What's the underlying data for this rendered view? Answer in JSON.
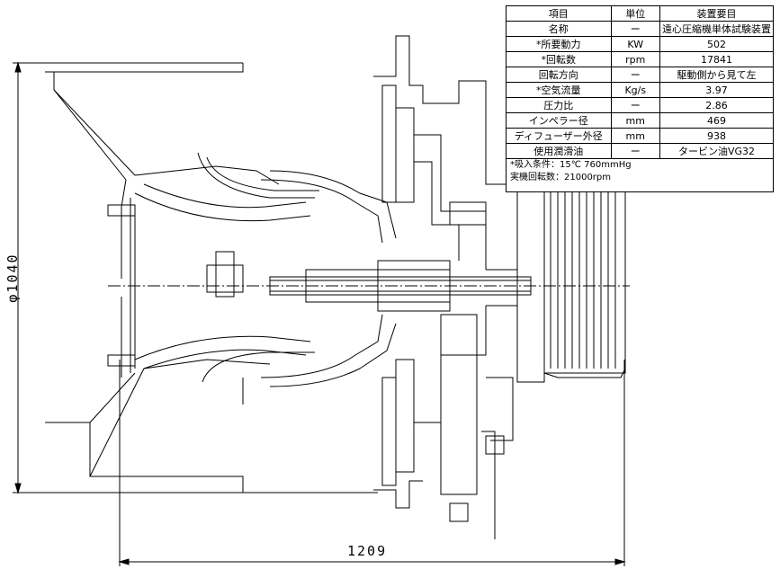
{
  "spec_table": {
    "headers": [
      "項目",
      "単位",
      "装置要目"
    ],
    "rows": [
      [
        "名称",
        "ー",
        "遠心圧縮機単体試験装置"
      ],
      [
        "*所要動力",
        "KW",
        "502"
      ],
      [
        "*回転数",
        "rpm",
        "17841"
      ],
      [
        "回転方向",
        "ー",
        "駆動側から見て左"
      ],
      [
        "*空気流量",
        "Kg/s",
        "3.97"
      ],
      [
        "圧力比",
        "ー",
        "2.86"
      ],
      [
        "インペラー径",
        "mm",
        "469"
      ],
      [
        "ディフューザー外径",
        "mm",
        "938"
      ],
      [
        "使用潤滑油",
        "ー",
        "タービン油VG32"
      ]
    ],
    "notes": [
      "*吸入条件：15℃ 760mmHg",
      "実機回転数：21000rpm"
    ]
  },
  "dimensions": {
    "overall_length": "1209",
    "diameter": "φ1040"
  }
}
